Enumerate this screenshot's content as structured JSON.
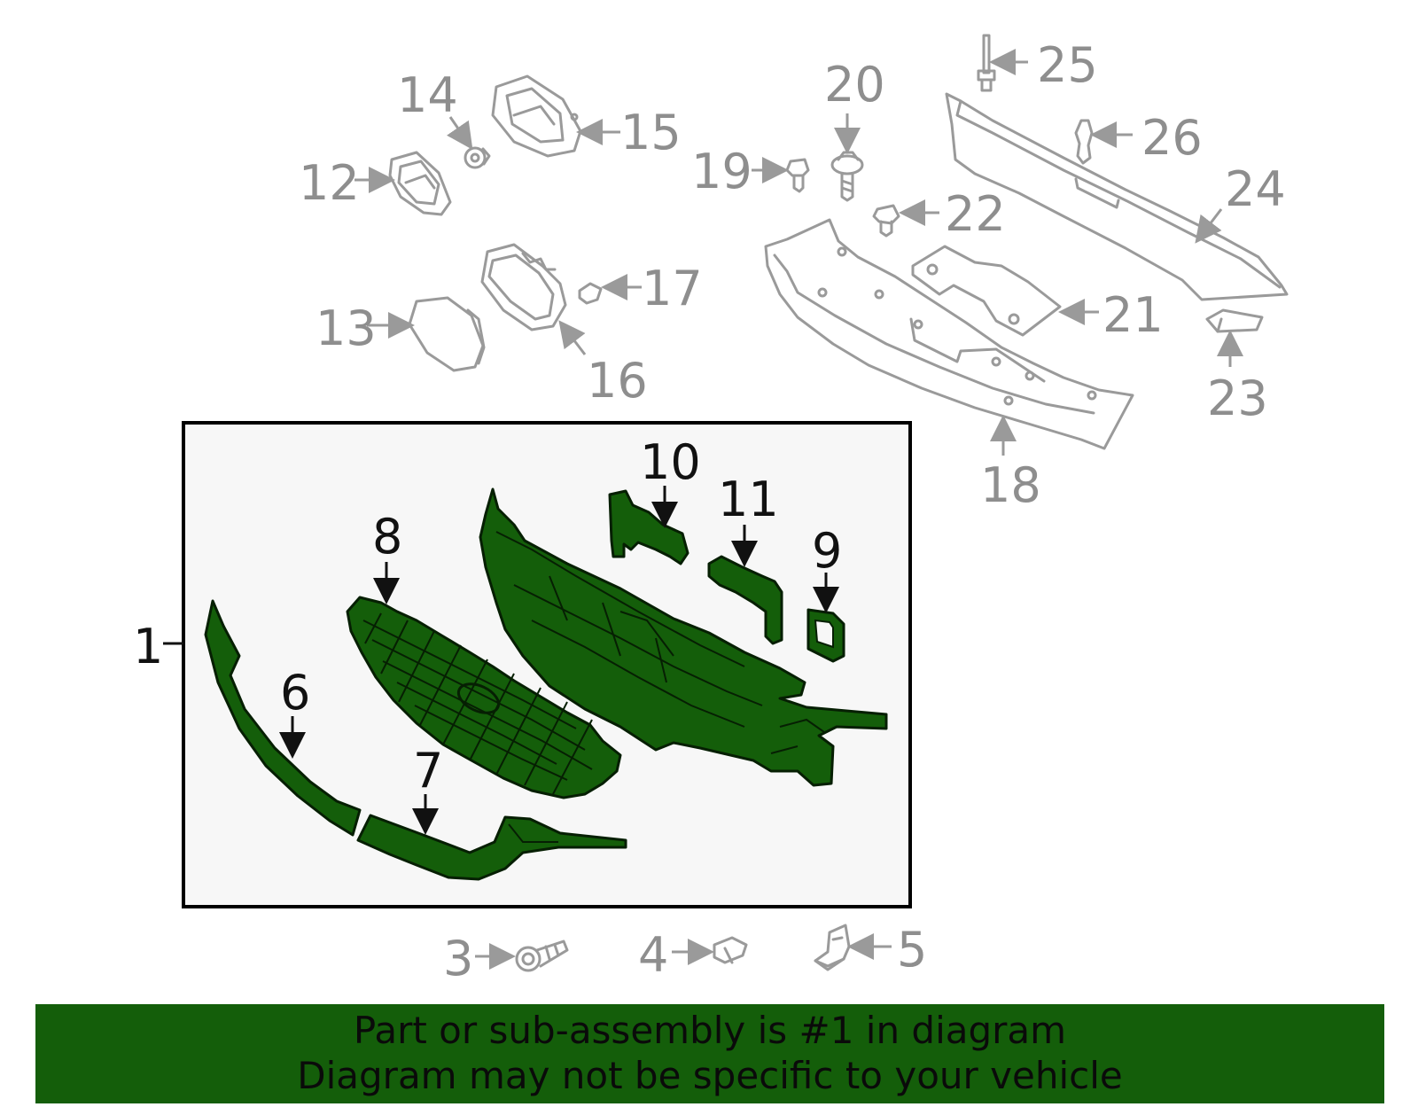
{
  "callouts": {
    "c1": "1",
    "c3": "3",
    "c4": "4",
    "c5": "5",
    "c6": "6",
    "c7": "7",
    "c8": "8",
    "c9": "9",
    "c10": "10",
    "c11": "11",
    "c12": "12",
    "c13": "13",
    "c14": "14",
    "c15": "15",
    "c16": "16",
    "c17": "17",
    "c18": "18",
    "c19": "19",
    "c20": "20",
    "c21": "21",
    "c22": "22",
    "c23": "23",
    "c24": "24",
    "c25": "25",
    "c26": "26"
  },
  "banner": {
    "line1": "Part or sub-assembly is #1 in diagram",
    "line2": "Diagram may not be specific to your vehicle"
  },
  "colors": {
    "highlight_green": "#145e0a",
    "outline_gray": "#9a9a9a",
    "box_fill": "#f7f7f7"
  }
}
